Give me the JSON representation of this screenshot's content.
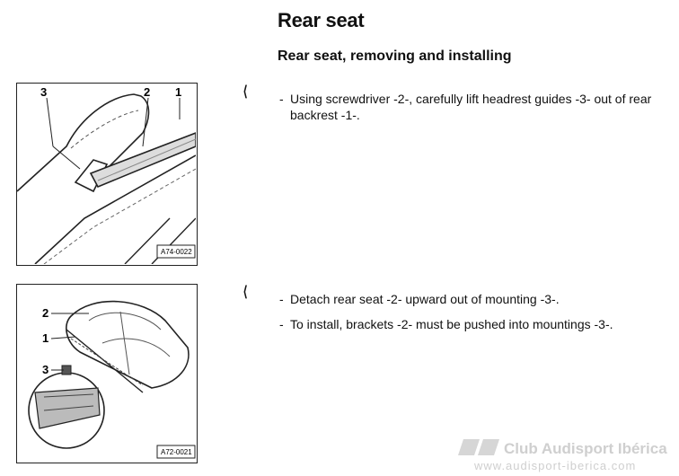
{
  "title": "Rear seat",
  "subtitle": "Rear seat, removing and installing",
  "sections": [
    {
      "figure": {
        "code": "A74-0022",
        "callouts": [
          "3",
          "2",
          "1"
        ]
      },
      "steps": [
        {
          "bullet": "-",
          "text": "Using screwdriver -2-, carefully lift headrest guides -3- out of rear"
        },
        {
          "bullet": "",
          "text": "backrest -1-."
        }
      ]
    },
    {
      "figure": {
        "code": "A72-0021",
        "callouts": [
          "2",
          "1",
          "3"
        ]
      },
      "steps": [
        {
          "bullet": "-",
          "text": "Detach rear seat -2- upward out of mounting -3-."
        },
        {
          "bullet": "-",
          "text": "To install, brackets -2- must be pushed into mountings -3-."
        }
      ]
    }
  ],
  "watermark": {
    "brand": "Club Audisport Ibérica",
    "url": "www.audisport-iberica.com"
  }
}
